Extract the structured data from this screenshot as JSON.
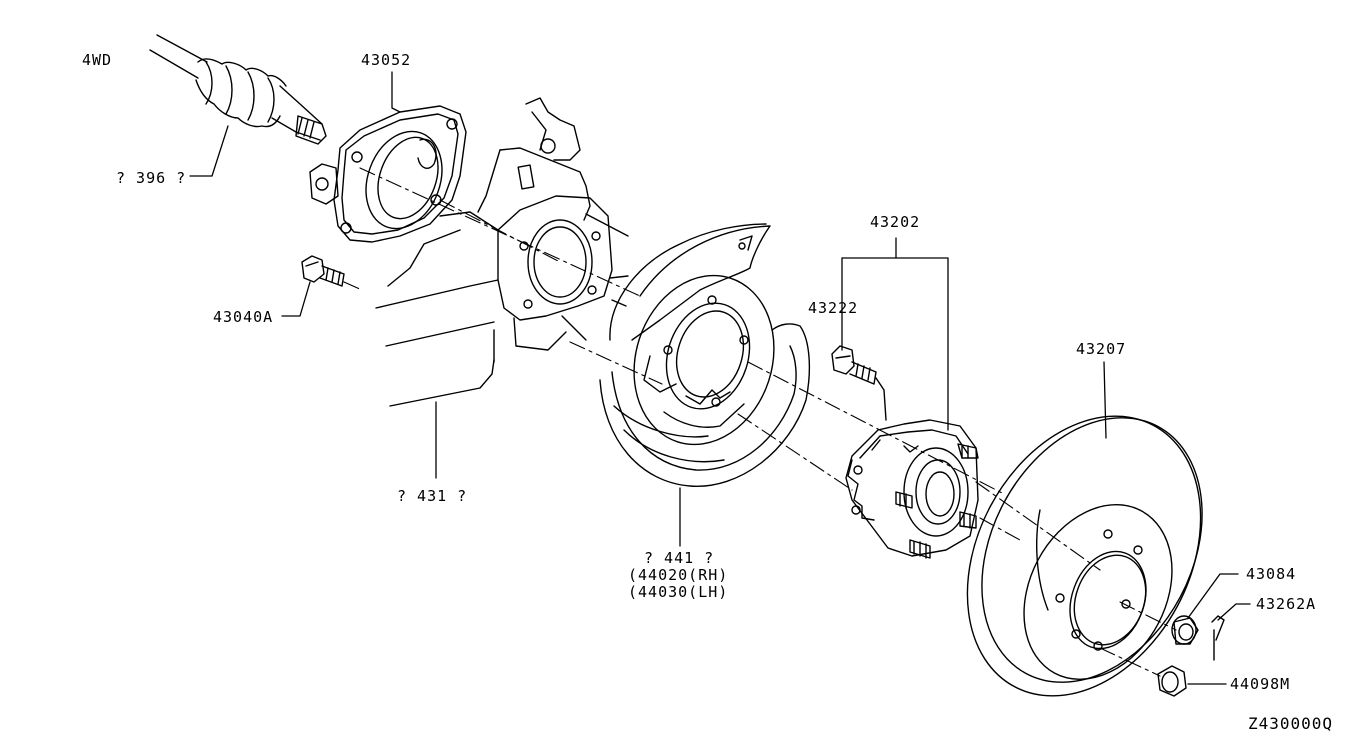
{
  "diagram": {
    "drawing_code": "Z430000Q",
    "variant_note": "4WD",
    "callouts": {
      "c396": "? 396 ?",
      "c43052": "43052",
      "c43040a": "43040A",
      "c431": "? 431 ?",
      "c441": "? 441 ?",
      "c44020": "(44020(RH)",
      "c44030": "(44030(LH)",
      "c43202": "43202",
      "c43222": "43222",
      "c43207": "43207",
      "c43084": "43084",
      "c43262a": "43262A",
      "c44098m": "44098M"
    }
  }
}
